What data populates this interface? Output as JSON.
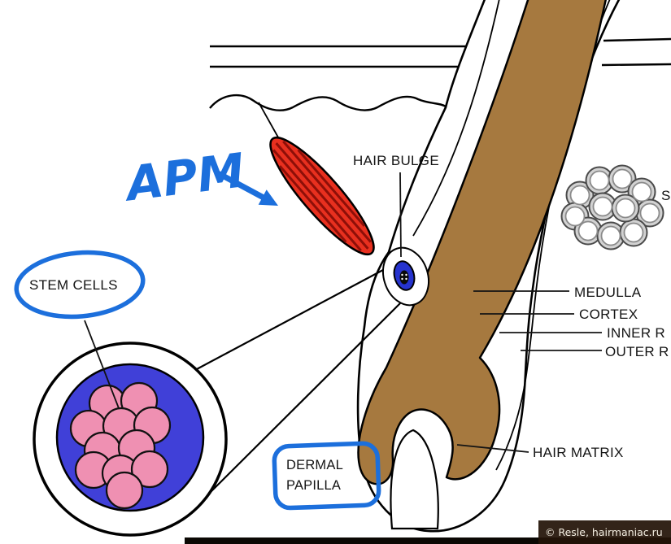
{
  "diagram": {
    "labels": {
      "hair_bulge": "HAIR BULGE",
      "medulla": "MEDULLA",
      "cortex": "CORTEX",
      "inner_root_sheath": "INNER R",
      "outer_root_sheath": "OUTER R",
      "hair_matrix": "HAIR MATRIX",
      "stem_cells": "STEM CELLS",
      "dermal_line1": "DERMAL",
      "dermal_line2": "PAPILLA",
      "sebaceous_truncated": "S"
    },
    "handwritten": {
      "apm": "APM"
    },
    "watermark": "© Resle, hairmaniac.ru",
    "colors": {
      "hair_brown": "#A6793F",
      "muscle_red": "#E8301F",
      "muscle_stripe": "#8E0F08",
      "annotation_blue": "#1C6FDC",
      "bulge_blue": "#2633CE",
      "zoom_blue": "#4040D8",
      "cell_pink": "#EF90B2",
      "gland_gray": "#D2D2D2",
      "label_text": "#141414",
      "outline": "#000000",
      "watermark_text": "#F5EFE2",
      "watermark_bg": "#241307"
    }
  }
}
